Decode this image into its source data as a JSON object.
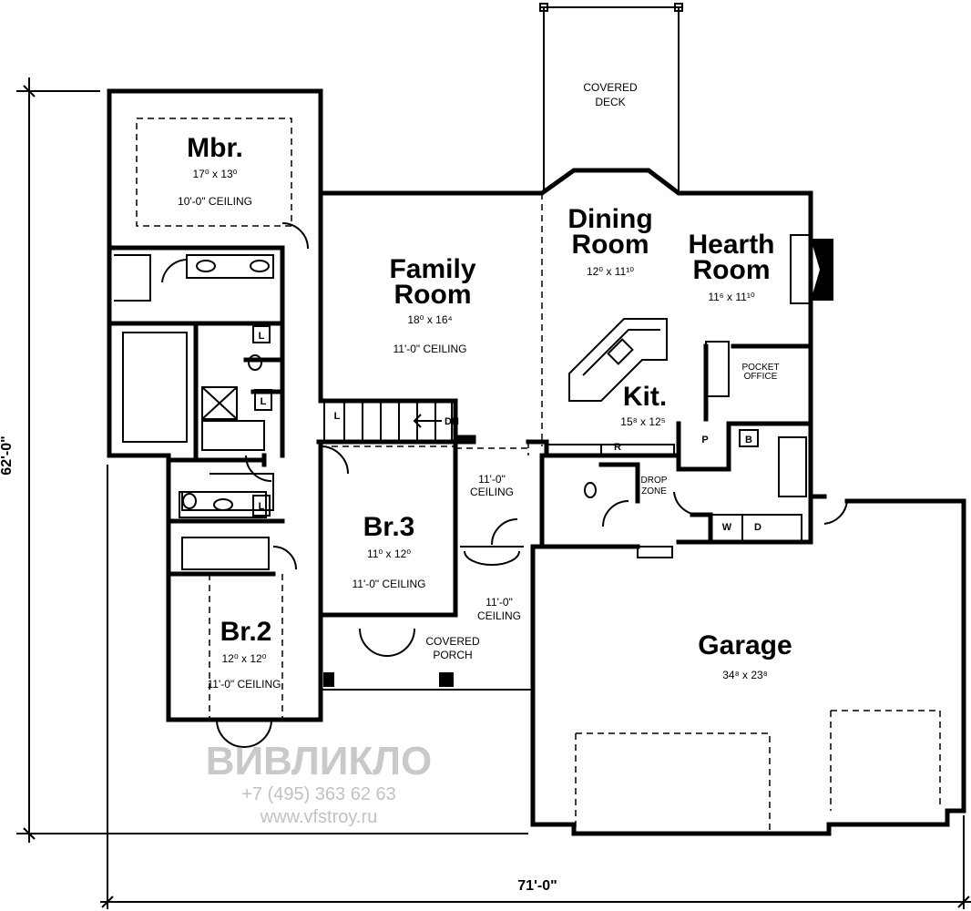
{
  "dimensions": {
    "depth": "62'-0\"",
    "width": "71'-0\""
  },
  "rooms": {
    "covered_deck": {
      "line1": "COVERED",
      "line2": "DECK"
    },
    "mbr": {
      "name": "Mbr.",
      "size": "17⁰ x 13⁰",
      "ceiling": "10'-0\" CEILING"
    },
    "family": {
      "line1": "Family",
      "line2": "Room",
      "size": "18⁰ x 16⁴",
      "ceiling": "11'-0\" CEILING"
    },
    "dining": {
      "line1": "Dining",
      "line2": "Room",
      "size": "12⁰ x 11¹⁰"
    },
    "hearth": {
      "line1": "Hearth",
      "line2": "Room",
      "size": "11⁶ x 11¹⁰"
    },
    "pocket_office": {
      "line1": "POCKET",
      "line2": "OFFICE"
    },
    "kitchen": {
      "name": "Kit.",
      "size": "15⁸ x 12⁵"
    },
    "br3": {
      "name": "Br.3",
      "size": "11⁰ x 12⁰",
      "ceiling": "11'-0\" CEILING"
    },
    "hall": {
      "line1": "11'-0\"",
      "line2": "CEILING"
    },
    "drop_zone": {
      "line1": "DROP",
      "line2": "ZONE"
    },
    "br2": {
      "name": "Br.2",
      "size": "12⁰ x 12⁰",
      "ceiling": "11'-0\" CEILING"
    },
    "entry": {
      "line1": "11'-0\"",
      "line2": "CEILING"
    },
    "covered_porch": {
      "line1": "COVERED",
      "line2": "PORCH"
    },
    "garage": {
      "name": "Garage",
      "size": "34⁸ x 23⁸"
    }
  },
  "fixtures": {
    "linen": "L",
    "stairs_down": "DN",
    "refrigerator": "R",
    "pantry": "P",
    "bench": "B",
    "washer": "W",
    "dryer": "D"
  },
  "watermark": {
    "brand": "ВИВЛИКЛО",
    "phone": "+7 (495) 363 62 63",
    "site": "www.vfstroy.ru"
  }
}
